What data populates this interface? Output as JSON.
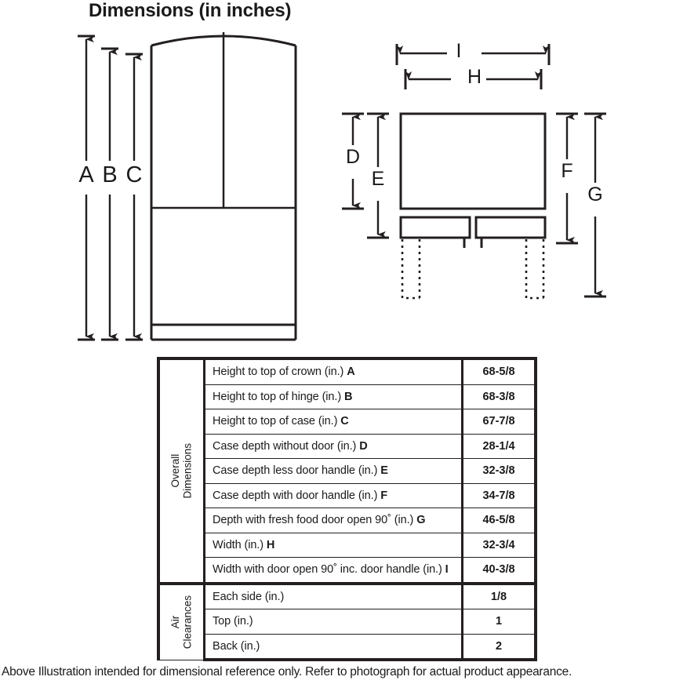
{
  "title": "Dimensions (in inches)",
  "footnote": "Above Illustration intended for dimensional reference only. Refer to photograph for actual product appearance.",
  "front_view": {
    "labels": [
      {
        "key": "A",
        "name": "dimension-label-a"
      },
      {
        "key": "B",
        "name": "dimension-label-b"
      },
      {
        "key": "C",
        "name": "dimension-label-c"
      }
    ]
  },
  "top_view": {
    "labels": [
      {
        "key": "D",
        "name": "dimension-label-d"
      },
      {
        "key": "E",
        "name": "dimension-label-e"
      },
      {
        "key": "F",
        "name": "dimension-label-f"
      },
      {
        "key": "G",
        "name": "dimension-label-g"
      },
      {
        "key": "H",
        "name": "dimension-label-h"
      },
      {
        "key": "I",
        "name": "dimension-label-i"
      }
    ]
  },
  "table": {
    "sections": [
      {
        "header": "Overall\nDimensions",
        "rows": [
          {
            "label": "Height to top of crown (in.)",
            "key": "A",
            "value": "68-5/8"
          },
          {
            "label": "Height to top of hinge (in.)",
            "key": "B",
            "value": "68-3/8"
          },
          {
            "label": "Height to top of case (in.)",
            "key": "C",
            "value": "67-7/8"
          },
          {
            "label": "Case depth without door (in.)",
            "key": "D",
            "value": "28-1/4"
          },
          {
            "label": "Case depth less door handle (in.)",
            "key": "E",
            "value": "32-3/8"
          },
          {
            "label": "Case depth with door handle (in.)",
            "key": "F",
            "value": "34-7/8"
          },
          {
            "label": "Depth with fresh food door open 90˚ (in.)",
            "key": "G",
            "value": "46-5/8"
          },
          {
            "label": "Width (in.)",
            "key": "H",
            "value": "32-3/4"
          },
          {
            "label": "Width with door open 90˚ inc. door handle (in.)",
            "key": "I",
            "value": "40-3/8"
          }
        ]
      },
      {
        "header": "Air\nClearances",
        "rows": [
          {
            "label": "Each side (in.)",
            "key": "",
            "value": "1/8"
          },
          {
            "label": "Top (in.)",
            "key": "",
            "value": "1"
          },
          {
            "label": "Back (in.)",
            "key": "",
            "value": "2"
          }
        ]
      }
    ]
  },
  "colors": {
    "line": "#231f20",
    "text": "#1a1a1a",
    "background": "#ffffff"
  }
}
